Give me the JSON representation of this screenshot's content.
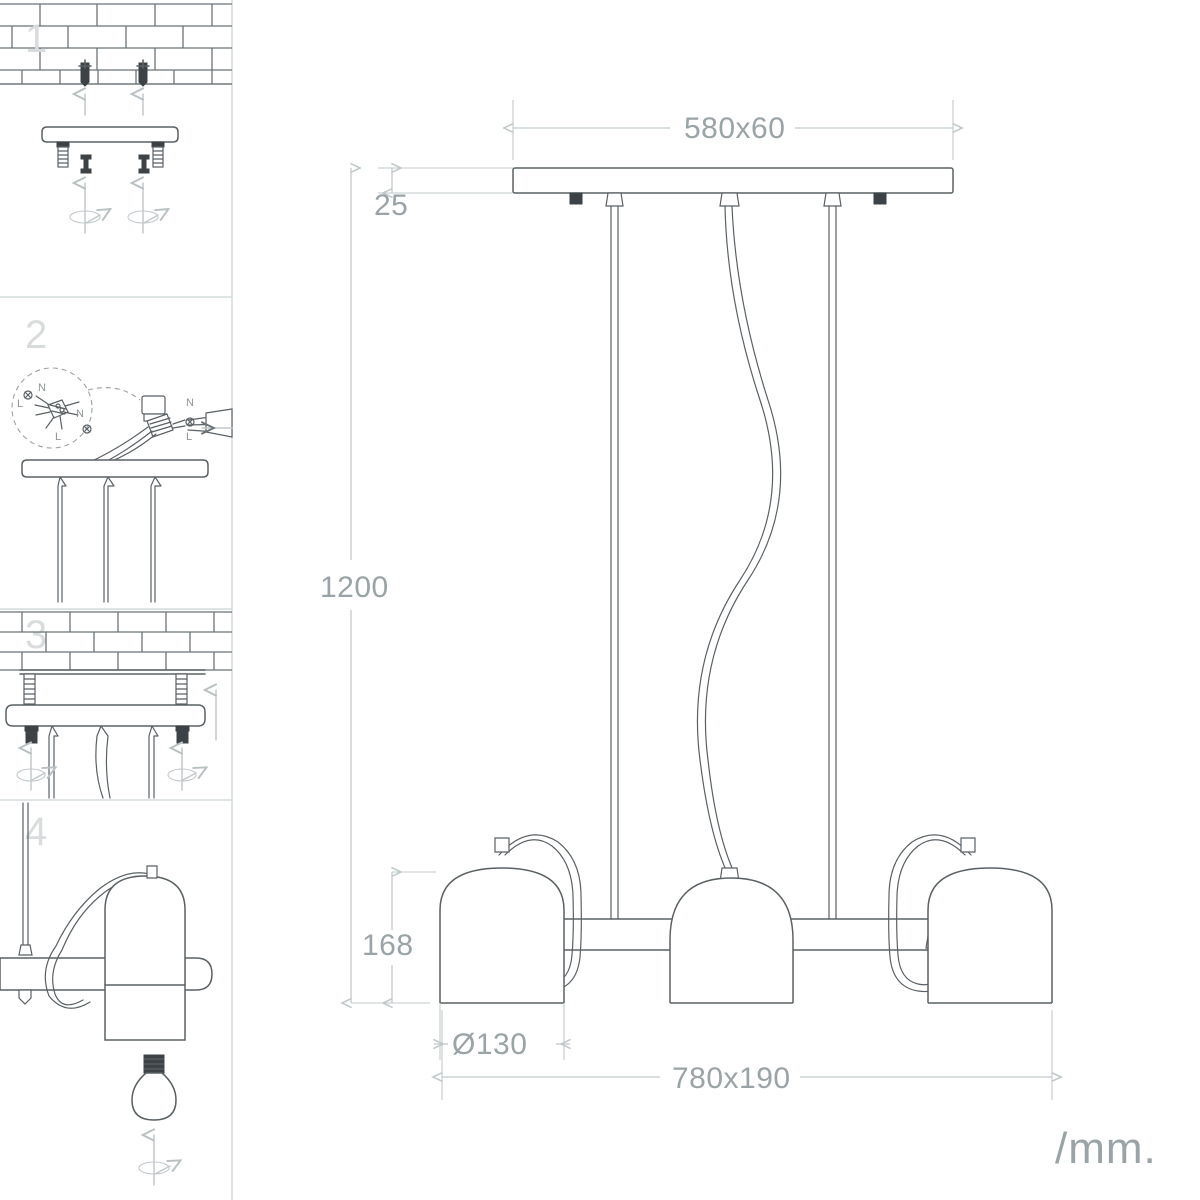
{
  "drawing": {
    "units_label": "/mm.",
    "units_color": "#9aa3a6",
    "line_color": "#5a6164",
    "dim_color": "#b9c0c2",
    "step_number_color": "#d8dcdd"
  },
  "dimensions": {
    "canopy_width": "580x60",
    "canopy_thickness": "25",
    "drop_height": "1200",
    "shade_height": "168",
    "shade_diameter": "Ø130",
    "bar_size": "780x190"
  },
  "steps": [
    {
      "number": "1",
      "name": "mount-bracket-to-ceiling"
    },
    {
      "number": "2",
      "name": "connect-wiring"
    },
    {
      "number": "3",
      "name": "fix-canopy-to-bracket"
    },
    {
      "number": "4",
      "name": "install-bulb"
    }
  ],
  "wiring_labels": {
    "neutral": "N",
    "live": "L",
    "neutral_detail": "N",
    "live_detail": "L",
    "neutral_detail2": "N",
    "live_detail2": "L",
    "neutral_right": "N",
    "live_right": "L"
  },
  "product": {
    "lamp_count": 3,
    "shade_shape": "dome",
    "bar_shape": "rounded-rectangle"
  }
}
